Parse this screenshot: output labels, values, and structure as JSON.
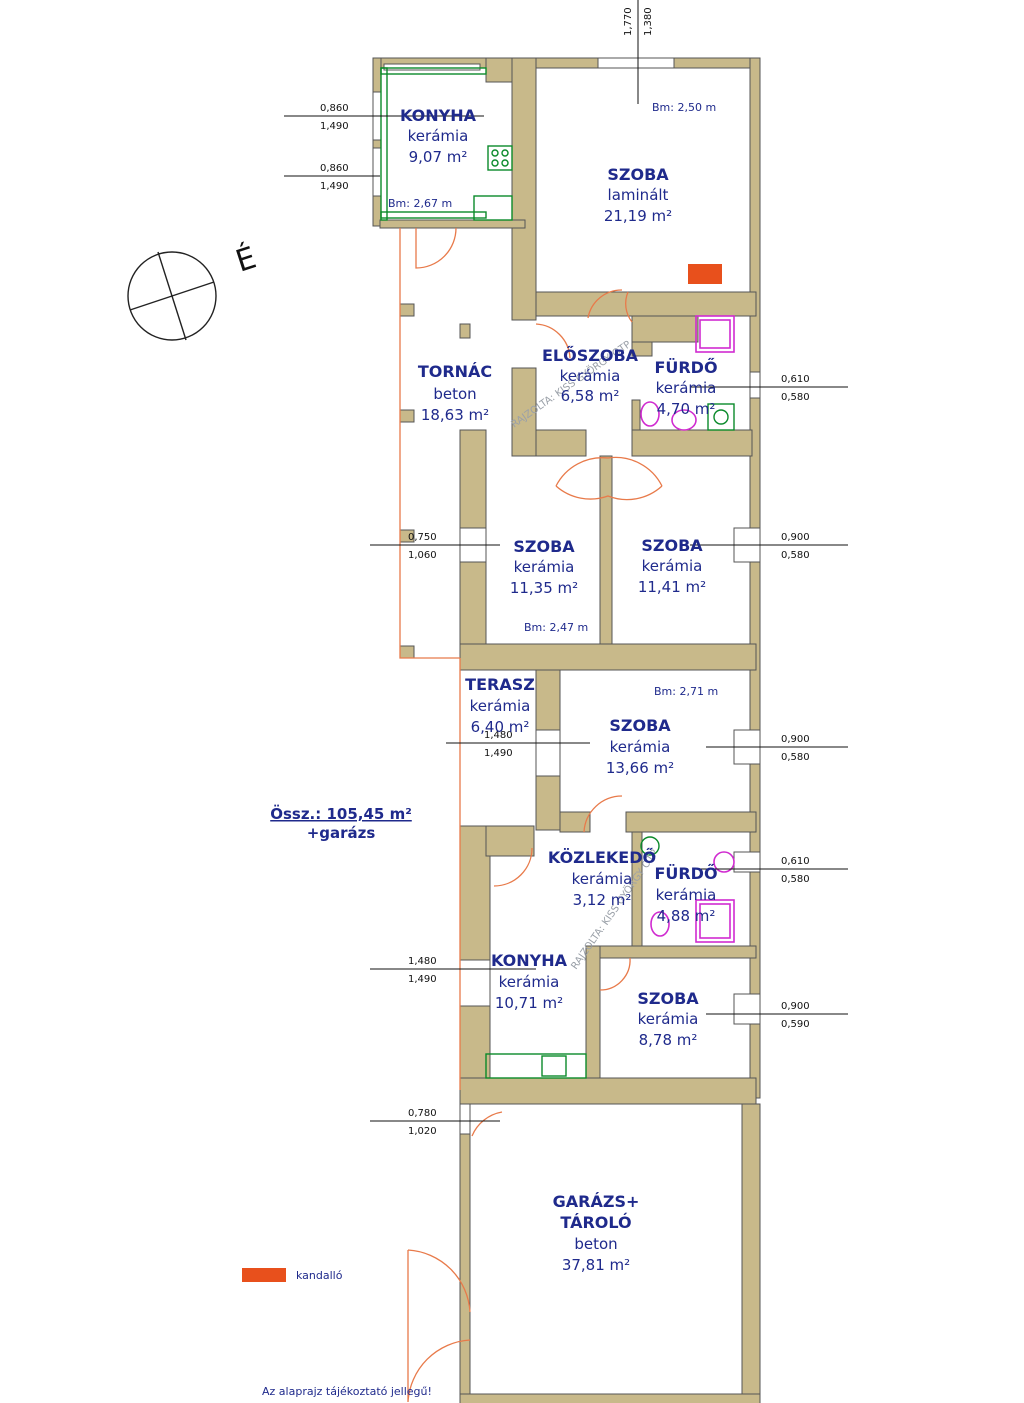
{
  "rooms": [
    {
      "id": "konyha1",
      "name": "KONYHA",
      "material": "kerámia",
      "area": "9,07 m²"
    },
    {
      "id": "szoba1",
      "name": "SZOBA",
      "material": "laminált",
      "area": "21,19 m²"
    },
    {
      "id": "tornac",
      "name": "TORNÁC",
      "material": "beton",
      "area": "18,63 m²"
    },
    {
      "id": "eloszoba",
      "name": "ELŐSZOBA",
      "material": "kerámia",
      "area": "6,58 m²"
    },
    {
      "id": "furdo1",
      "name": "FÜRDŐ",
      "material": "kerámia",
      "area": "4,70 m²"
    },
    {
      "id": "szoba2",
      "name": "SZOBA",
      "material": "kerámia",
      "area": "11,35 m²"
    },
    {
      "id": "szoba3",
      "name": "SZOBA",
      "material": "kerámia",
      "area": "11,41 m²"
    },
    {
      "id": "terasz",
      "name": "TERASZ",
      "material": "kerámia",
      "area": "6,40 m²"
    },
    {
      "id": "szoba4",
      "name": "SZOBA",
      "material": "kerámia",
      "area": "13,66 m²"
    },
    {
      "id": "kozlekedo",
      "name": "KÖZLEKEDŐ",
      "material": "kerámia",
      "area": "3,12 m²"
    },
    {
      "id": "furdo2",
      "name": "FÜRDŐ",
      "material": "kerámia",
      "area": "4,88 m²"
    },
    {
      "id": "konyha2",
      "name": "KONYHA",
      "material": "kerámia",
      "area": "10,71 m²"
    },
    {
      "id": "szoba5",
      "name": "SZOBA",
      "material": "kerámia",
      "area": "8,78 m²"
    },
    {
      "id": "garazs",
      "name": "GARÁZS+",
      "name2": "TÁROLÓ",
      "material": "beton",
      "area": "37,81 m²"
    }
  ],
  "ceiling_heights": {
    "szoba1": "Bm: 2,50 m",
    "konyha1": "Bm: 2,67 m",
    "szoba2": "Bm: 2,47 m",
    "szoba4": "Bm: 2,71 m"
  },
  "dimensions": {
    "top_a": "1,770",
    "top_b": "1,380",
    "k1a_t": "0,860",
    "k1a_b": "1,490",
    "k1b_t": "0,860",
    "k1b_b": "1,490",
    "f1_t": "0,610",
    "f1_b": "0,580",
    "sz2_t": "0,750",
    "sz2_b": "1,060",
    "sz3_t": "0,900",
    "sz3_b": "0,580",
    "ter_t": "1,480",
    "ter_b": "1,490",
    "sz4_t": "0,900",
    "sz4_b": "0,580",
    "f2_t": "0,610",
    "f2_b": "0,580",
    "k2_t": "1,480",
    "k2_b": "1,490",
    "sz5_t": "0,900",
    "sz5_b": "0,590",
    "gar_t": "0,780",
    "gar_b": "1,020"
  },
  "total": {
    "line1": "Össz.: 105,45 m²",
    "line2": "+garázs"
  },
  "legend": {
    "label": "kandalló",
    "color": "#e8501c"
  },
  "disclaimer": "Az alaprajz tájékoztató jellegű!",
  "compass": {
    "label": "É"
  },
  "watermark": "RAJZOLTA: KISS GYÖRGY OTP"
}
